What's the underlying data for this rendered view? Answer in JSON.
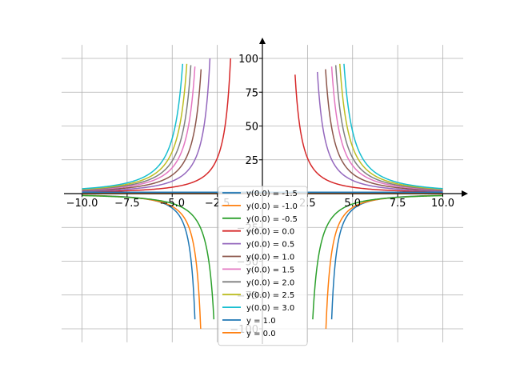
{
  "chart_data": {
    "type": "line",
    "title": "",
    "xlabel": "",
    "ylabel": "",
    "xlim": [
      -11,
      11
    ],
    "ylim": [
      -110,
      110
    ],
    "x_ticks": [
      -10,
      -7.5,
      -5,
      -2.5,
      2.5,
      5,
      7.5,
      10
    ],
    "x_tick_labels": [
      "−10.0",
      "−7.5",
      "−5.0",
      "−2.5",
      "2.5",
      "5.0",
      "7.5",
      "10.0"
    ],
    "y_ticks": [
      -100,
      -75,
      -50,
      -25,
      25,
      50,
      75,
      100
    ],
    "y_tick_labels": [
      "−100",
      "−75",
      "−50",
      "−25",
      "25",
      "50",
      "75",
      "100"
    ],
    "grid": true,
    "legend_position": "bottom-center",
    "colors": {
      "blue": "#1f77b4",
      "orange": "#ff7f0e",
      "green": "#2ca02c",
      "red": "#d62728",
      "purple": "#9467bd",
      "brown": "#8c564b",
      "pink": "#e377c2",
      "gray": "#7f7f7f",
      "olive": "#bcbd22",
      "cyan": "#17becf"
    },
    "series": [
      {
        "name": "y(0.0) = -1.5",
        "color": "#1f77b4",
        "shape": "negative",
        "blow_left": -3.3,
        "blow_right": 3.4,
        "scale": 25,
        "y_end": -93
      },
      {
        "name": "y(0.0) = -1.0",
        "color": "#ff7f0e",
        "shape": "negative",
        "blow_left": -2.95,
        "blow_right": 3.05,
        "scale": 30,
        "y_end": -100
      },
      {
        "name": "y(0.0) = -0.5",
        "color": "#2ca02c",
        "shape": "negative",
        "blow_left": -2.1,
        "blow_right": 2.2,
        "scale": 40,
        "y_end": -93
      },
      {
        "name": "y(0.0) = 0.0",
        "color": "#d62728",
        "shape": "positive",
        "blow_left": -1.2,
        "blow_right": 1.2,
        "scale": 40,
        "y_end_left": 100,
        "y_end_right": 88
      },
      {
        "name": "y(0.0) = 0.5",
        "color": "#9467bd",
        "shape": "positive",
        "blow_left": -2.3,
        "blow_right": 2.4,
        "scale": 45,
        "y_end_left": 100,
        "y_end_right": 90
      },
      {
        "name": "y(0.0) = 1.0",
        "color": "#8c564b",
        "shape": "positive",
        "blow_left": -2.7,
        "blow_right": 2.8,
        "scale": 52,
        "y_end_left": 92,
        "y_end_right": 92
      },
      {
        "name": "y(0.0) = 1.5",
        "color": "#e377c2",
        "shape": "positive",
        "blow_left": -3.0,
        "blow_right": 3.1,
        "scale": 58,
        "y_end_left": 94,
        "y_end_right": 94
      },
      {
        "name": "y(0.0) = 2.0",
        "color": "#7f7f7f",
        "shape": "positive",
        "blow_left": -3.2,
        "blow_right": 3.3,
        "scale": 62,
        "y_end_left": 95,
        "y_end_right": 95
      },
      {
        "name": "y(0.0) = 2.5",
        "color": "#bcbd22",
        "shape": "positive",
        "blow_left": -3.4,
        "blow_right": 3.5,
        "scale": 66,
        "y_end_left": 96,
        "y_end_right": 96
      },
      {
        "name": "y(0.0) = 3.0",
        "color": "#17becf",
        "shape": "positive",
        "blow_left": -3.6,
        "blow_right": 3.7,
        "scale": 70,
        "y_end_left": 96,
        "y_end_right": 96
      },
      {
        "name": "y = 1.0",
        "color": "#1f77b4",
        "shape": "constant",
        "value": 1.0
      },
      {
        "name": "y = 0.0",
        "color": "#ff7f0e",
        "shape": "constant",
        "value": 0.0
      }
    ]
  }
}
